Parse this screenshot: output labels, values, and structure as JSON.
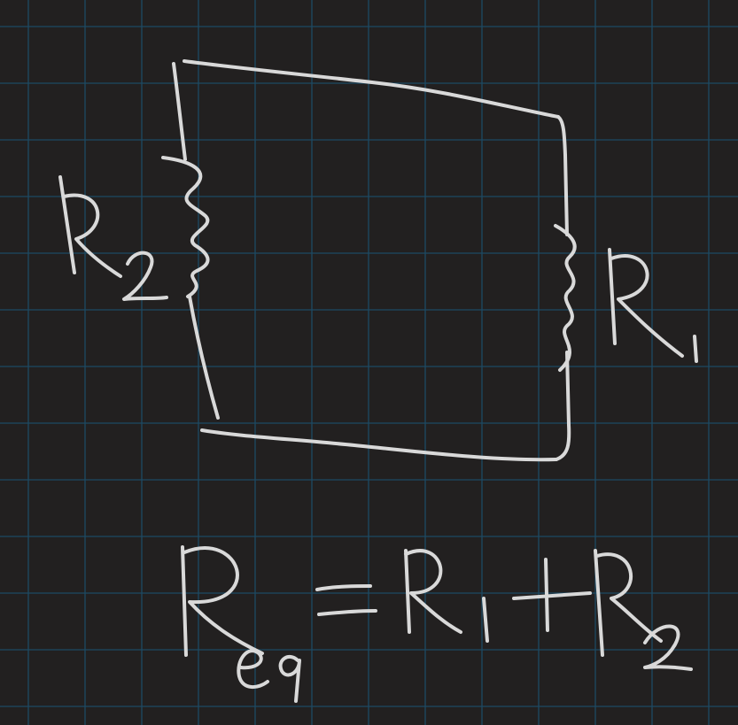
{
  "background": {
    "color": "#222020",
    "grid_color": "#1d4a63",
    "ink_color": "#d9d9d9",
    "grid": true
  },
  "diagram": {
    "type": "series-resistor-circuit",
    "components": [
      {
        "id": "R2",
        "symbol": "resistor",
        "orientation": "vertical",
        "side": "left",
        "label": "R₂"
      },
      {
        "id": "R1",
        "symbol": "resistor",
        "orientation": "vertical",
        "side": "right",
        "label": "R₁"
      }
    ],
    "equation": "Req = R₁ + R₂"
  }
}
